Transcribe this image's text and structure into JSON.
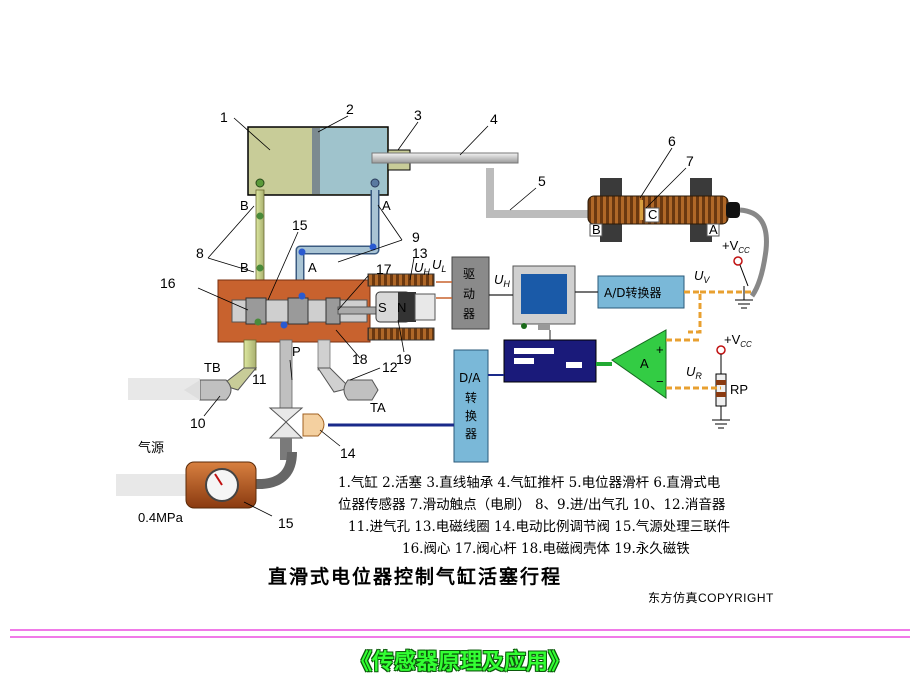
{
  "component_numbers": [
    "1",
    "2",
    "3",
    "4",
    "5",
    "6",
    "7",
    "8",
    "9",
    "13",
    "15",
    "16",
    "17",
    "18",
    "19",
    "12",
    "11",
    "10",
    "14",
    "15"
  ],
  "labels": {
    "B": "B",
    "A": "A",
    "TB": "TB",
    "TA": "TA",
    "P": "P",
    "S": "S",
    "N": "N",
    "C": "C",
    "UH_top": "U",
    "UH_top_sub": "H",
    "UL_top": "U",
    "UL_top_sub": "L",
    "UH_mid": "U",
    "UH_mid_sub": "H",
    "UV": "U",
    "UV_sub": "V",
    "UR": "U",
    "UR_sub": "R",
    "vcc1": "+V",
    "vcc1_sub": "CC",
    "vcc2": "+V",
    "vcc2_sub": "CC",
    "RP": "RP",
    "opamp_A": "A",
    "opamp_plus": "+",
    "opamp_minus": "−",
    "air_source": "气源",
    "pressure": "0.4MPa",
    "driver_c1": "驱",
    "driver_c2": "动",
    "driver_c3": "器",
    "ad_converter": "A/D转换器",
    "da_c0": "D/A",
    "da_c1": "转",
    "da_c2": "换",
    "da_c3": "器"
  },
  "legend": [
    "1.气缸  2.活塞  3.直线轴承  4.气缸推杆  5.电位器滑杆  6.直滑式电",
    "位器传感器  7.滑动触点（电刷）  8、9.进/出气孔  10、12.消音器",
    "11.进气孔  13.电磁线圈  14.电动比例调节阀  15.气源处理三联件",
    "16.阀心  17.阀心杆  18.电磁阀壳体  19.永久磁铁"
  ],
  "title": "直滑式电位器控制气缸活塞行程",
  "copyright": "东方仿真COPYRIGHT",
  "footer_title": "《传感器原理及应用》",
  "colors": {
    "cylinder": "#c8cc98",
    "piston": "#9fc3cc",
    "valve_body": "#c8622e",
    "sensor_body": "#8a4a1a",
    "signal_orange": "#e8a030",
    "signal_blue": "#1a2a8a",
    "signal_green": "#22aa33",
    "divider": "#f07ae8",
    "footer_text": "#33ff33"
  }
}
